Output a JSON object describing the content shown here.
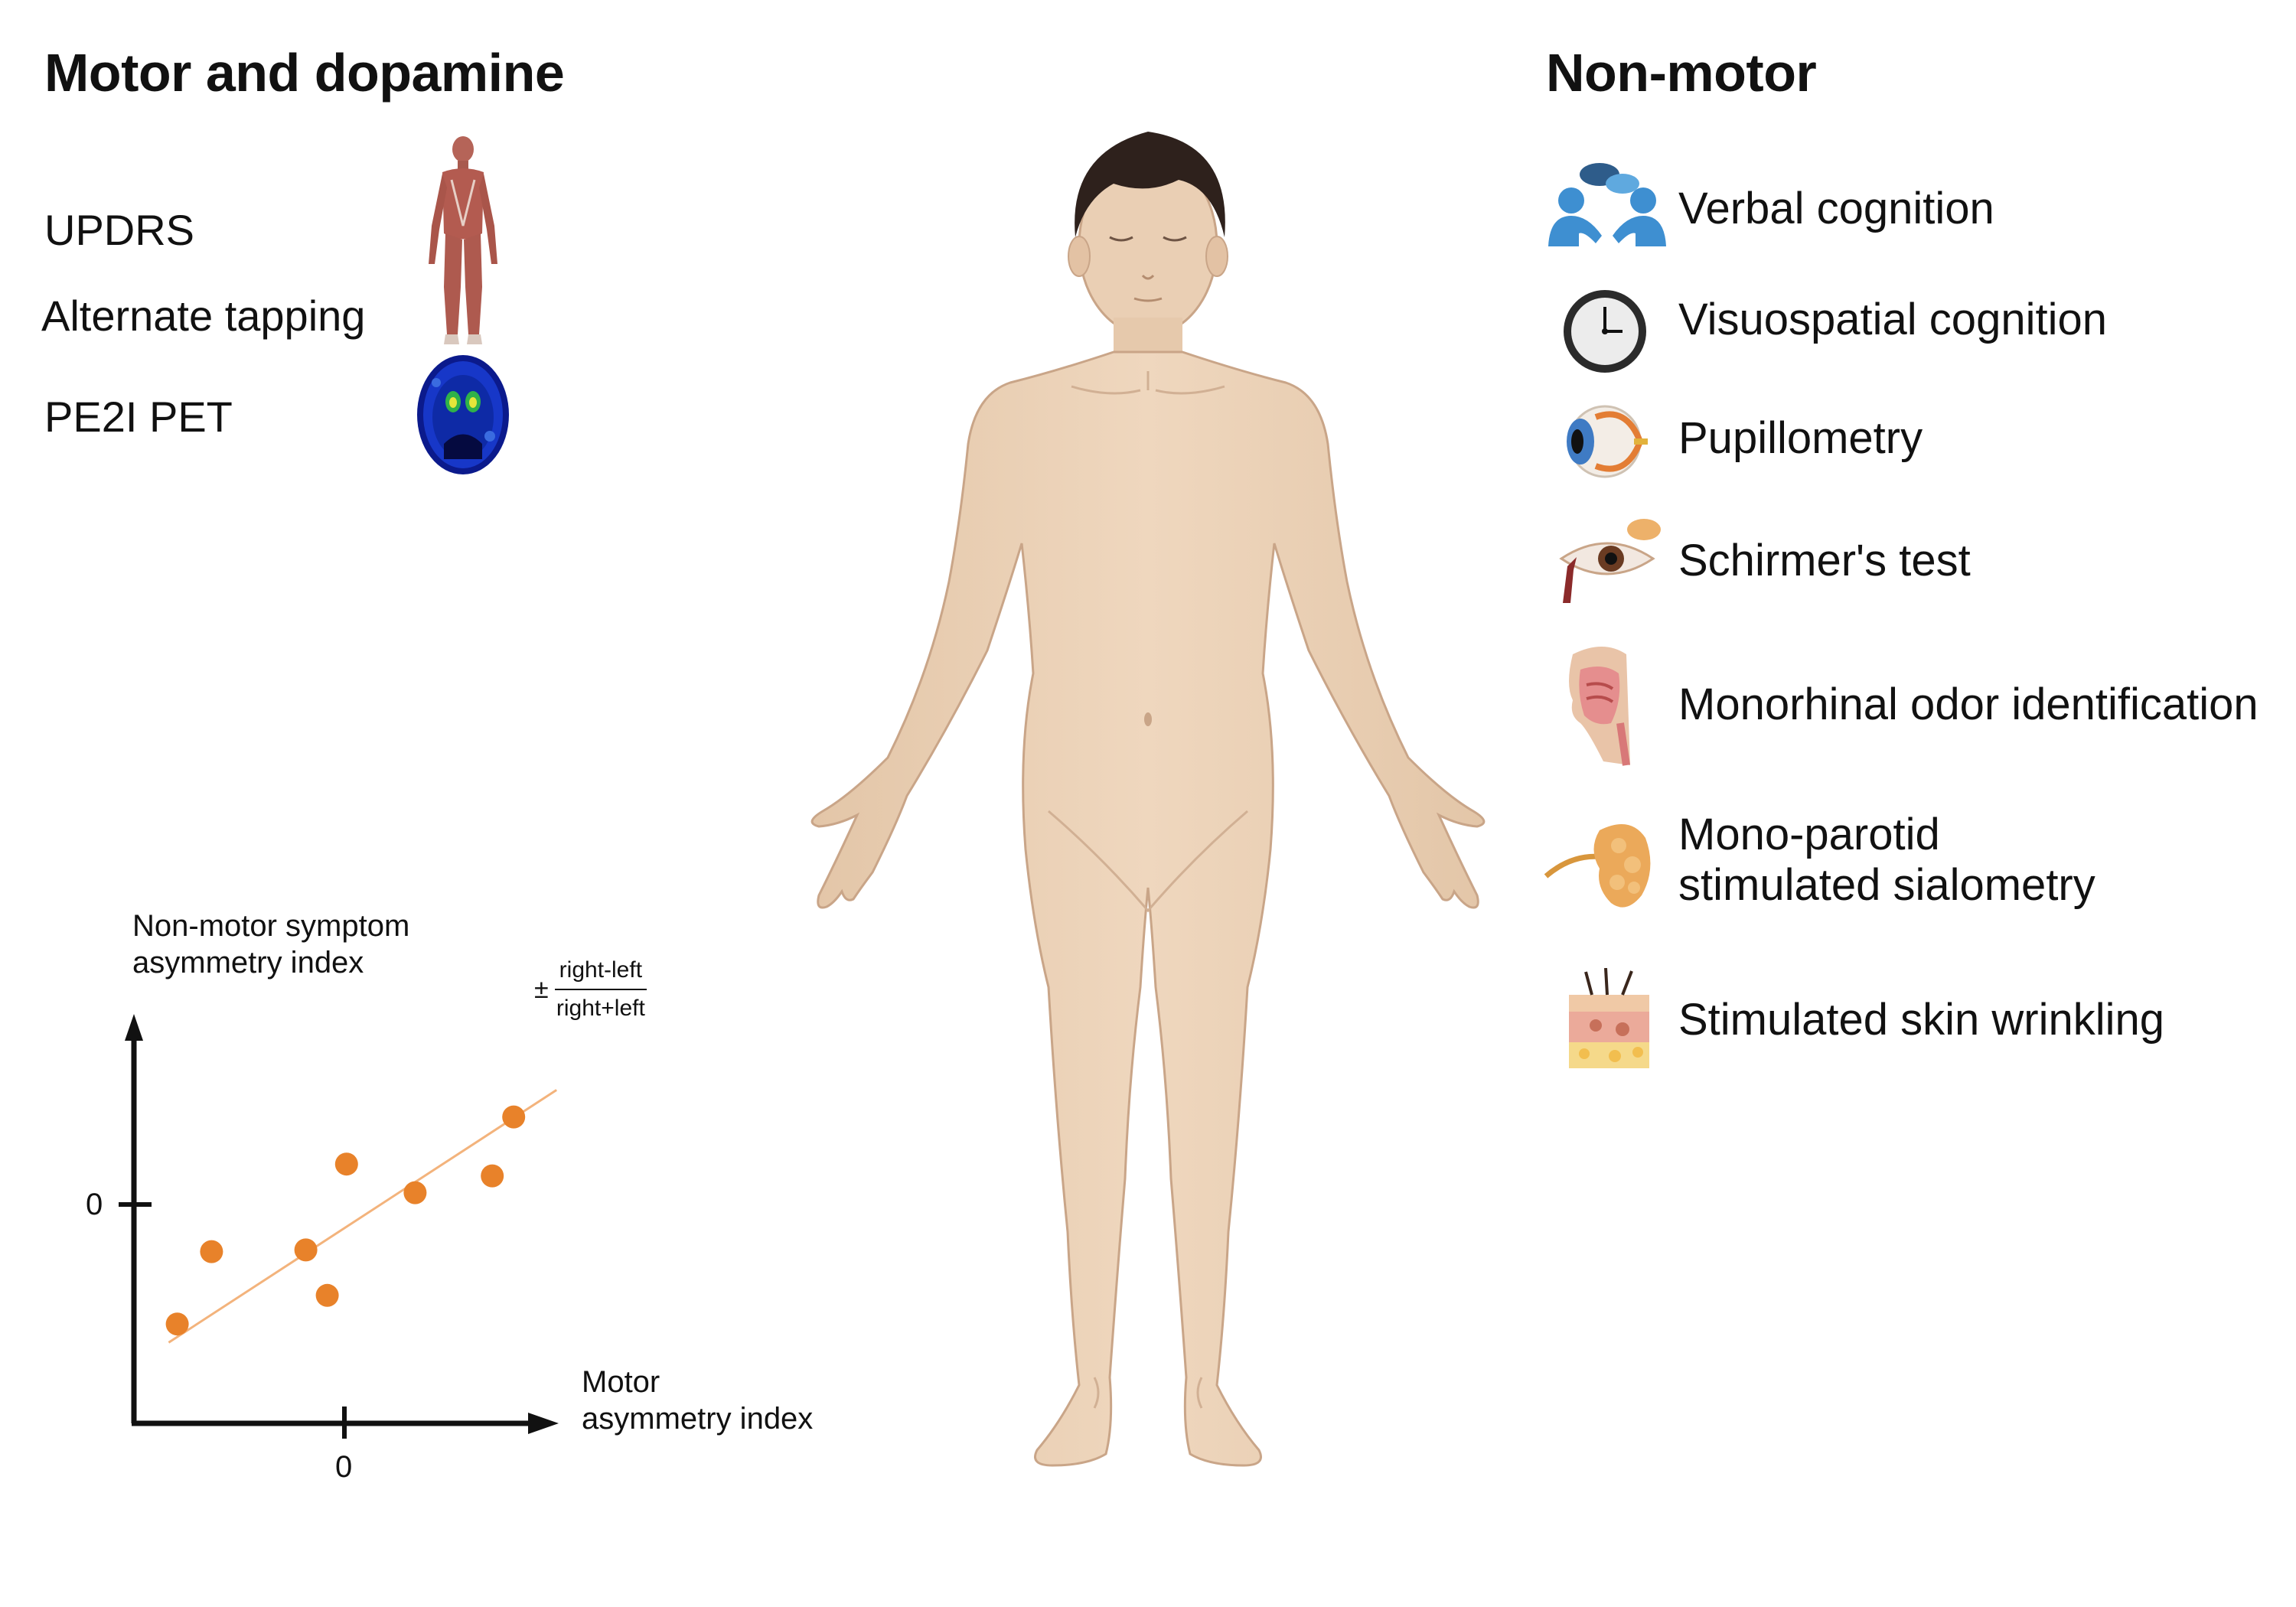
{
  "left": {
    "heading": "Motor and dopamine",
    "items": [
      "UPDRS",
      "Alternate tapping",
      "PE2I PET"
    ]
  },
  "right": {
    "heading": "Non-motor",
    "items": [
      {
        "label": "Verbal cognition",
        "icon": "conversation-icon"
      },
      {
        "label": "Visuospatial cognition",
        "icon": "clock-icon"
      },
      {
        "label": "Pupillometry",
        "icon": "eyeball-icon"
      },
      {
        "label": "Schirmer's test",
        "icon": "eye-tear-gland-icon"
      },
      {
        "label": "Monorhinal odor identification",
        "icon": "nasal-cavity-icon"
      },
      {
        "label": "Mono-parotid",
        "label2": "stimulated sialometry",
        "icon": "parotid-gland-icon"
      },
      {
        "label": "Stimulated skin wrinkling",
        "icon": "skin-layers-icon"
      }
    ]
  },
  "plot": {
    "ylabel_line1": "Non-motor symptom",
    "ylabel_line2": "asymmetry index",
    "xlabel_line1": "Motor",
    "xlabel_line2": "asymmetry index",
    "y_tick": "0",
    "x_tick": "0",
    "formula_sign": "±",
    "formula_num": "right-left",
    "formula_den": "right+left",
    "point_color": "#E8822A",
    "line_color": "#F3B37C"
  },
  "chart_data": {
    "type": "scatter",
    "xlabel": "Motor asymmetry index",
    "ylabel": "Non-motor symptom asymmetry index",
    "points": [
      {
        "x": -0.78,
        "y": -0.71
      },
      {
        "x": -0.62,
        "y": -0.28
      },
      {
        "x": -0.18,
        "y": -0.27
      },
      {
        "x": -0.08,
        "y": -0.54
      },
      {
        "x": 0.01,
        "y": 0.24
      },
      {
        "x": 0.33,
        "y": 0.07
      },
      {
        "x": 0.69,
        "y": 0.17
      },
      {
        "x": 0.79,
        "y": 0.52
      }
    ],
    "trendline": {
      "x": [
        -0.82,
        0.99
      ],
      "y": [
        -0.82,
        0.68
      ]
    },
    "xlim": [
      -1.0,
      1.0
    ],
    "ylim": [
      -1.0,
      1.0
    ]
  }
}
